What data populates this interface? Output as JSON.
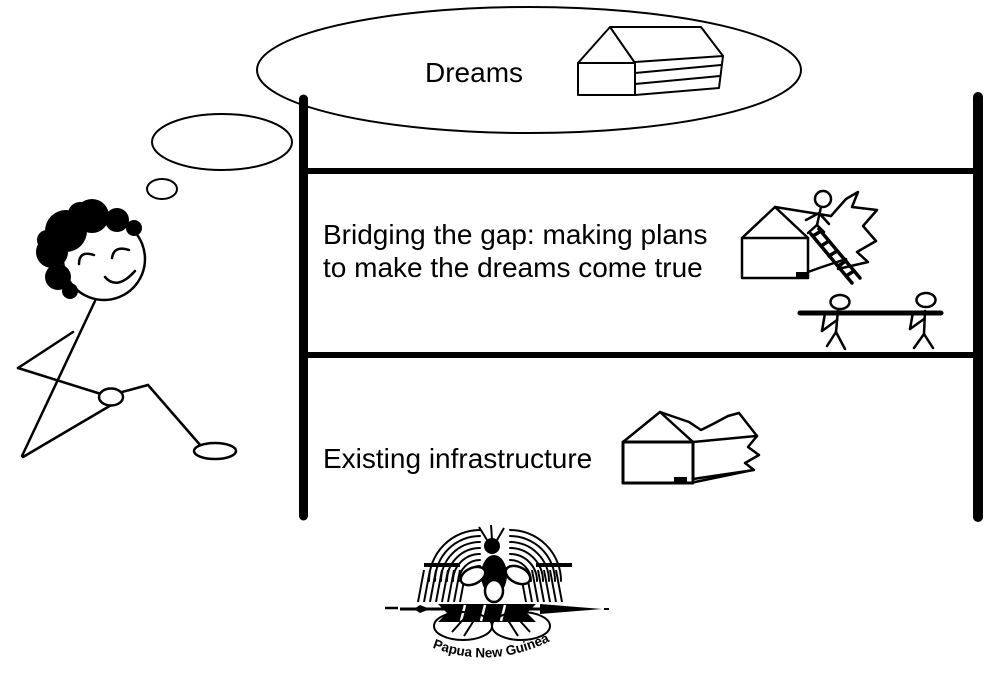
{
  "page": {
    "background_color": "#ffffff",
    "ink_color": "#000000"
  },
  "diagram": {
    "dream_bubble": {
      "label": "Dreams"
    },
    "bridging_section": {
      "line1": "Bridging the gap: making plans",
      "line2": "to make the dreams come true"
    },
    "existing_section": {
      "label": "Existing infrastructure"
    },
    "emblem": {
      "caption": "Papua New Guinea"
    }
  }
}
